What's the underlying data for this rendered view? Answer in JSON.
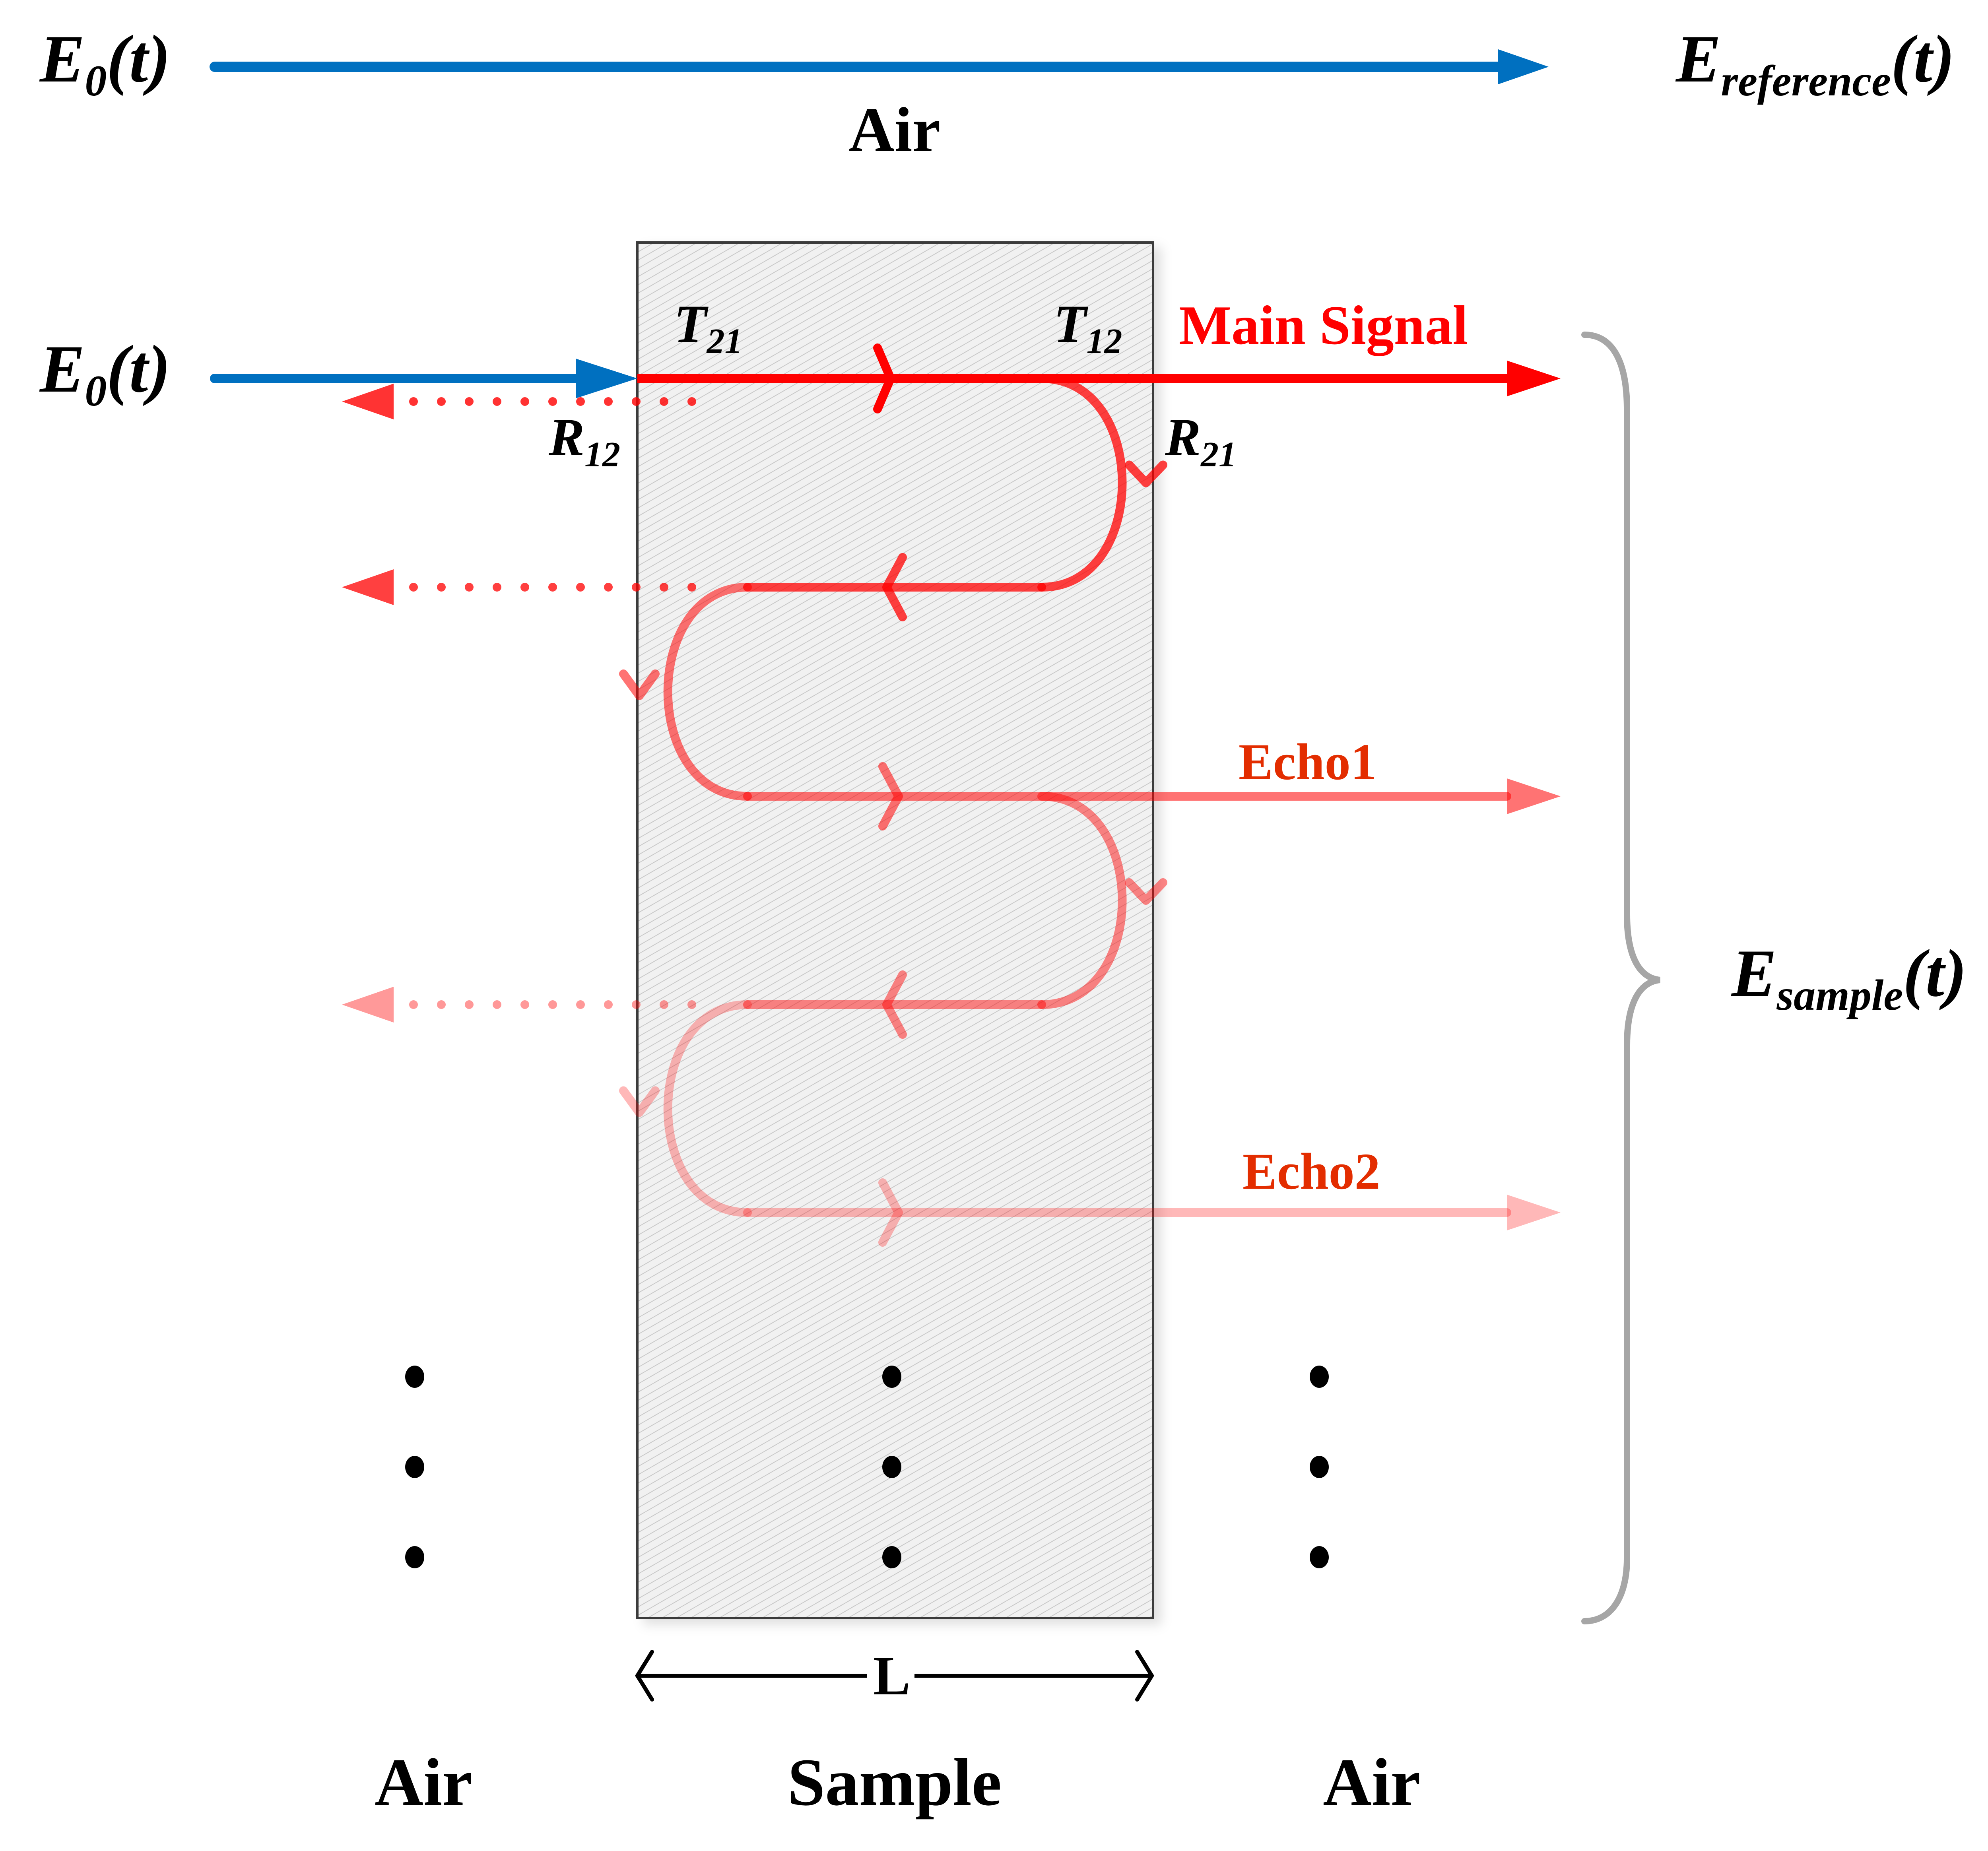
{
  "colors": {
    "blue": "#0070C0",
    "red": "#FF0000",
    "echo_label": "#E32D00",
    "brace": "#A6A6A6",
    "box_stroke": "#3A3A3A",
    "box_fill": "#EFEFEF",
    "text": "#000000"
  },
  "reference": {
    "input_label_base": "E",
    "input_label_sub": "0",
    "input_label_tail": "(t)",
    "medium_label": "Air",
    "output_label_base": "E",
    "output_label_sub": "reference",
    "output_label_tail": "(t)"
  },
  "sample_path": {
    "input_label_base": "E",
    "input_label_sub": "0",
    "input_label_tail": "(t)",
    "coefficients": {
      "t21_base": "T",
      "t21_sub": "21",
      "t12_base": "T",
      "t12_sub": "12",
      "r12_base": "R",
      "r12_sub": "12",
      "r21_base": "R",
      "r21_sub": "21"
    },
    "signals": {
      "main": "Main Signal",
      "echo1": "Echo1",
      "echo2": "Echo2"
    },
    "output_label_base": "E",
    "output_label_sub": "sample",
    "output_label_tail": "(t)",
    "path_opacity": {
      "main": 1.0,
      "reflection_1": 0.75,
      "echo1": 0.55,
      "echo2": 0.28
    }
  },
  "thickness_label": "L",
  "regions": {
    "left": "Air",
    "middle": "Sample",
    "right": "Air"
  },
  "continuation_marker": "⋮"
}
